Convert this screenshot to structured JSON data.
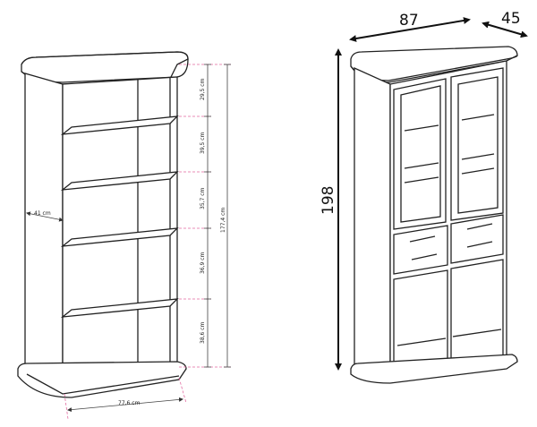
{
  "left_unit": {
    "dims": {
      "shelf1": "29,5 cm",
      "shelf2": "39,5 cm",
      "shelf3": "35,7 cm",
      "shelf4": "36,9 cm",
      "shelf5": "38,6 cm",
      "total_height": "177,4 cm",
      "depth": "41 cm",
      "width": "77,6 cm"
    }
  },
  "right_unit": {
    "dims": {
      "width": "87",
      "depth": "45",
      "height": "198"
    }
  }
}
